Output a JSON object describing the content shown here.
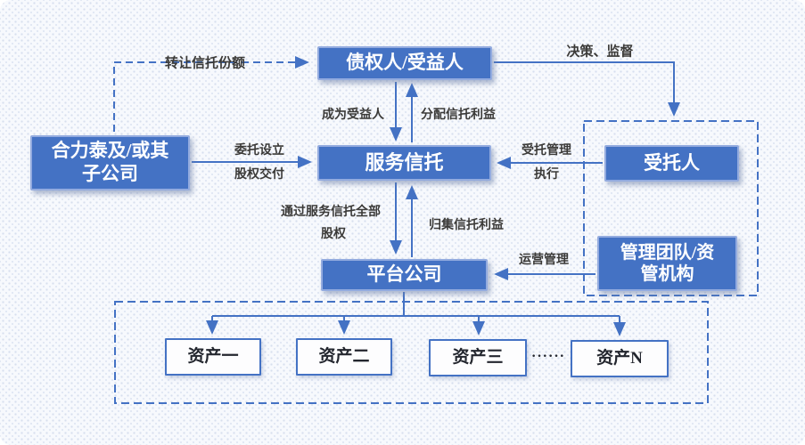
{
  "colors": {
    "accent_blue": "#4472c4",
    "box_border_light": "#93abdf",
    "box_fill": "#4472c4",
    "asset_box_fill": "#fdfdfe",
    "asset_text": "#23262e",
    "label_text": "#3b3a38",
    "background": "#f7f9fd"
  },
  "boxes": {
    "creditor": {
      "label": "债权人/受益人"
    },
    "parent_company": {
      "line1": "合力泰及/或其",
      "line2": "子公司"
    },
    "service_trust": {
      "label": "服务信托"
    },
    "trustee": {
      "label": "受托人"
    },
    "management": {
      "line1": "管理团队/资",
      "line2": "管机构"
    },
    "platform": {
      "label": "平台公司"
    },
    "asset1": {
      "label": "资产一"
    },
    "asset2": {
      "label": "资产二"
    },
    "asset3": {
      "label": "资产三"
    },
    "assetN": {
      "label": "资产N"
    },
    "ellipsis": "······"
  },
  "edges": {
    "transfer_shares": "转让信托份额",
    "decision_supervision": "决策、监督",
    "become_beneficiary": "成为受益人",
    "distribute_benefits": "分配信托利益",
    "entrust_setup": "委托设立",
    "equity_delivery": "股权交付",
    "entrusted_management": "受托管理",
    "execution": "执行",
    "through_trust_all": "通过服务信托全部",
    "equity": "股权",
    "collect_benefits": "归集信托利益",
    "operation_management": "运营管理"
  }
}
